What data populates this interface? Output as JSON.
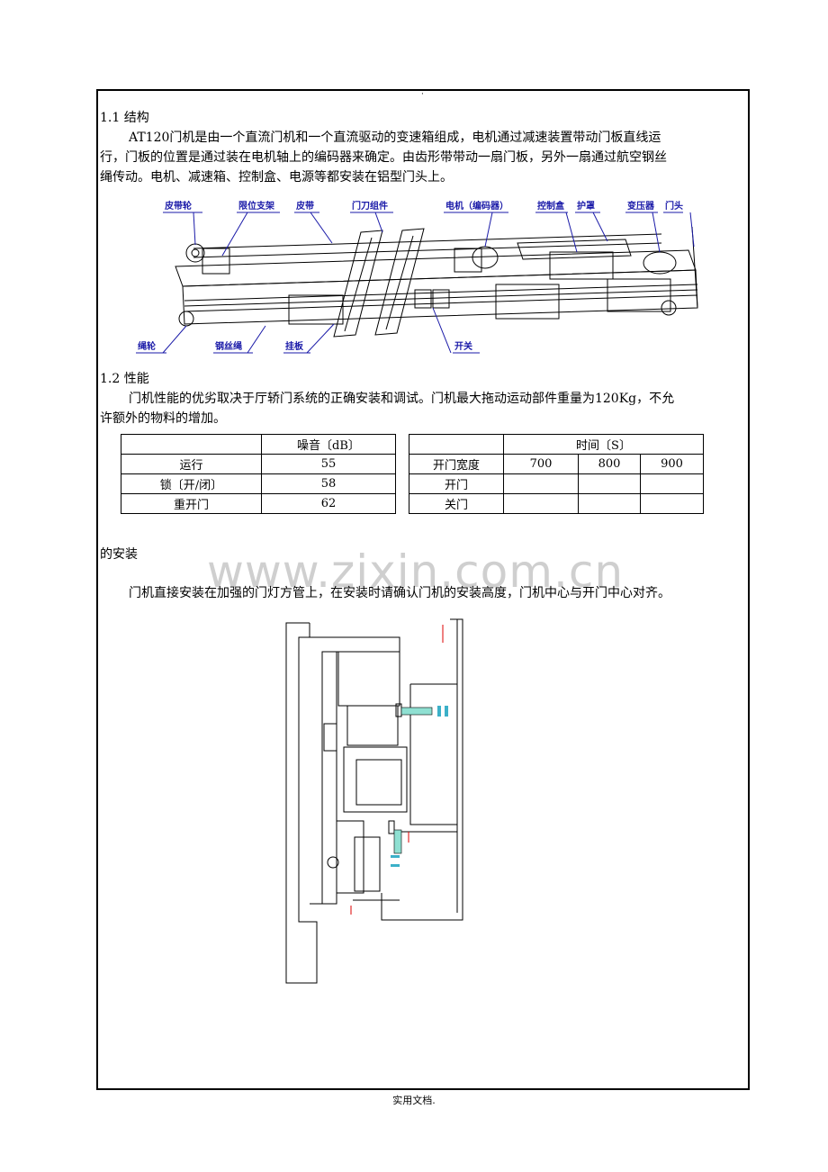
{
  "doc": {
    "top_mark": "·",
    "sec1_title": "1.1  结构",
    "sec1_body_1": "AT120门机是由一个直流门机和一个直流驱动的变速箱组成，电机通过减速装置带动门板直线运",
    "sec1_body_2": "行，门板的位置是通过装在电机轴上的编码器来确定。由齿形带带动一扇门板，另外一扇通过航空钢丝",
    "sec1_body_3": "绳传动。电机、减速箱、控制盒、电源等都安装在铝型门头上。",
    "sec2_title": "1.2  性能",
    "sec2_body_1": "门机性能的优劣取决于厅轿门系统的正确安装和调试。门机最大拖动运动部件重量为120Kg，不允",
    "sec2_body_2": "许额外的物料的增加。",
    "sec3_title": "的安装",
    "sec3_body": "门机直接安装在加强的门灯方管上，在安装时请确认门机的安装高度，门机中心与开门中心对齐。",
    "footer": "实用文档.",
    "watermark": "www.zixin.com.cn"
  },
  "diagram": {
    "labels": [
      "皮带轮",
      "限位支架",
      "皮带",
      "门刀组件",
      "电机（编码器）",
      "控制盒",
      "护罩",
      "变压器",
      "门头",
      "绳轮",
      "钢丝绳",
      "挂板",
      "开关"
    ],
    "label_color": "#1a1aa8"
  },
  "noise_table": {
    "header": [
      "",
      "噪音〔dB〕"
    ],
    "rows": [
      {
        "label": "运行",
        "value": "55"
      },
      {
        "label": "锁〔开/闭〕",
        "value": "58"
      },
      {
        "label": "重开门",
        "value": "62"
      }
    ]
  },
  "time_table": {
    "header": "时间〔S〕",
    "width_label": "开门宽度",
    "widths": [
      "700",
      "800",
      "900"
    ],
    "rows": [
      {
        "label": "开门",
        "values": [
          "",
          "",
          ""
        ]
      },
      {
        "label": "关门",
        "values": [
          "",
          "",
          ""
        ]
      }
    ]
  }
}
